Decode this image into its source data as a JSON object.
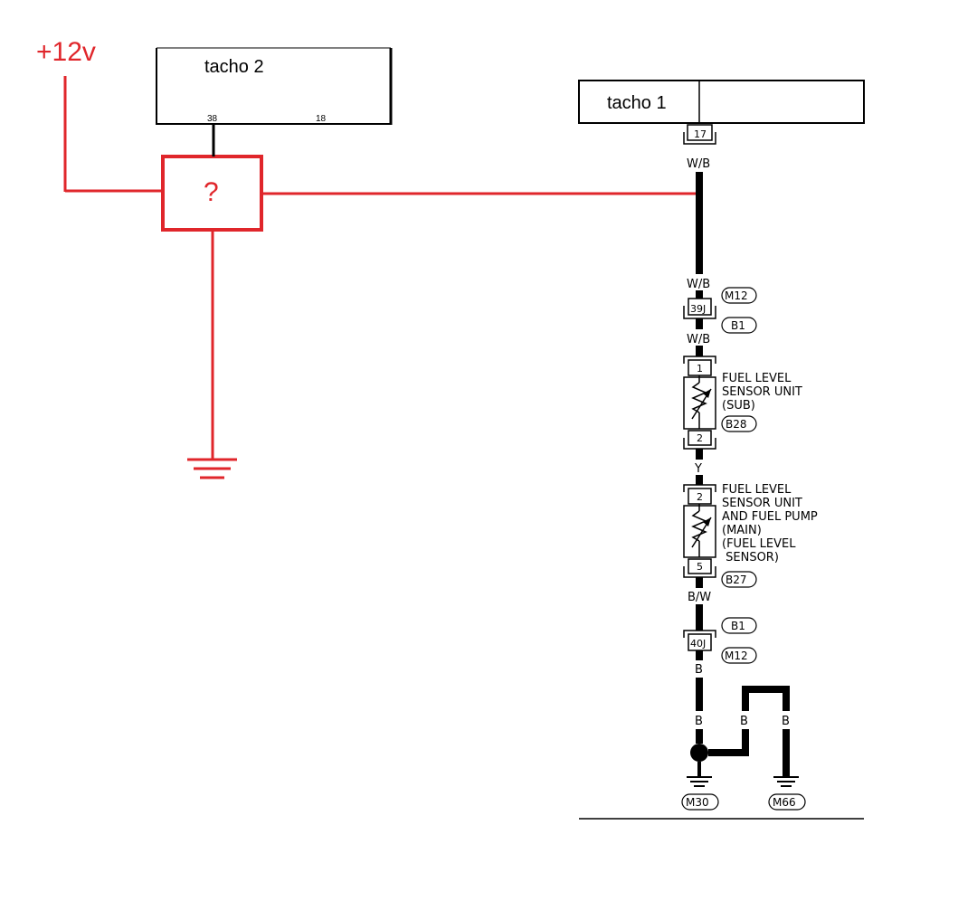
{
  "supply": {
    "label": "+12v"
  },
  "unknown_box": {
    "label": "?"
  },
  "tacho2": {
    "title": "tacho 2",
    "pin_left": "38",
    "pin_right": "18"
  },
  "tacho1": {
    "title": "tacho 1",
    "pin": "17"
  },
  "wires": {
    "wb1": "W/B",
    "wb2": "W/B",
    "wb3": "W/B",
    "y": "Y",
    "bw": "B/W",
    "b1": "B",
    "b2": "B",
    "b3": "B",
    "b4": "B"
  },
  "connectors": {
    "c39j": "39J",
    "s1_top": "1",
    "s1_bot": "2",
    "s2_top": "2",
    "s2_bot": "5",
    "c40j": "40J"
  },
  "pills": {
    "m12_top": "M12",
    "b1_top": "B1",
    "b28": "B28",
    "b27": "B27",
    "b1_bot": "B1",
    "m12_bot": "M12",
    "m30": "M30",
    "m66": "M66"
  },
  "sensor_sub": {
    "lines": [
      "FUEL LEVEL",
      "SENSOR UNIT",
      "(SUB)"
    ]
  },
  "sensor_main": {
    "lines": [
      "FUEL LEVEL",
      "SENSOR UNIT",
      "AND FUEL PUMP",
      "(MAIN)",
      "(FUEL LEVEL",
      " SENSOR)"
    ]
  }
}
